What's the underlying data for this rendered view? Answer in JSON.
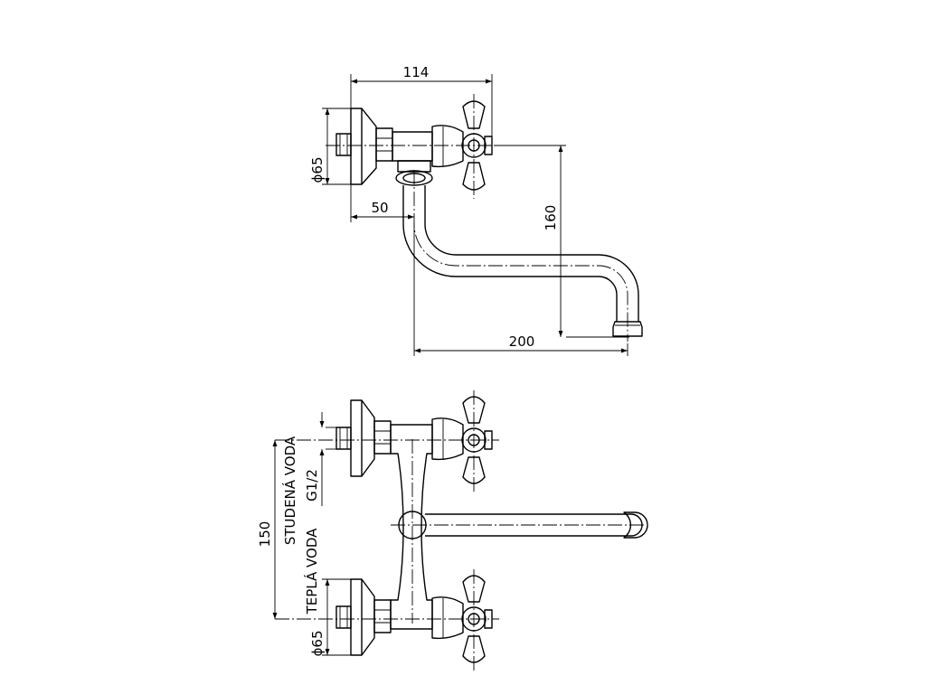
{
  "dimensions": {
    "top_width": "114",
    "flange_diameter_top": "ϕ65",
    "outlet_offset": "50",
    "spout_height": "160",
    "spout_reach": "200",
    "inlet_spacing": "150",
    "flange_diameter_bottom": "ϕ65"
  },
  "labels": {
    "cold_water": "STUDENÁ VODA",
    "thread": "G1/2",
    "hot_water": "TEPLÁ VODA"
  }
}
